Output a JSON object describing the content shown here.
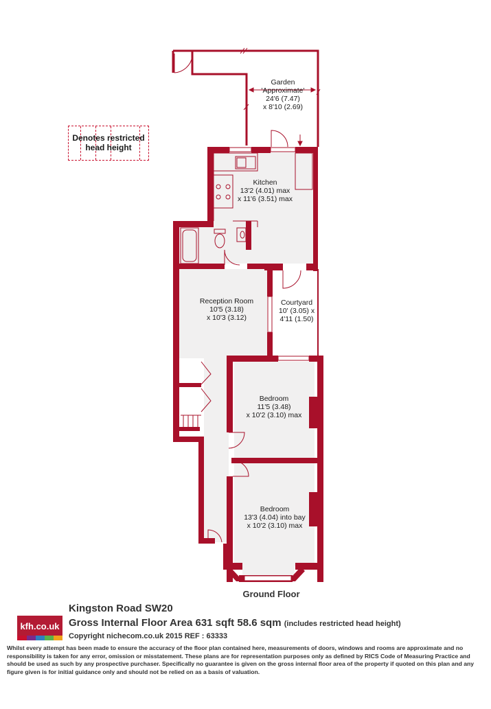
{
  "legend": {
    "text": "Denotes restricted head height"
  },
  "rooms": [
    {
      "id": "garden",
      "name": "Garden",
      "lines": [
        "'Approximate'",
        "24'6 (7.47)",
        "x 8'10 (2.69)"
      ]
    },
    {
      "id": "kitchen",
      "name": "Kitchen",
      "lines": [
        "13'2 (4.01) max",
        "x 11'6 (3.51) max"
      ]
    },
    {
      "id": "reception",
      "name": "Reception Room",
      "lines": [
        "10'5 (3.18)",
        "x 10'3 (3.12)"
      ]
    },
    {
      "id": "courtyard",
      "name": "Courtyard",
      "lines": [
        "10' (3.05) x",
        "4'11 (1.50)"
      ]
    },
    {
      "id": "bedroom1",
      "name": "Bedroom",
      "lines": [
        "11'5 (3.48)",
        "x 10'2 (3.10) max"
      ]
    },
    {
      "id": "bedroom2",
      "name": "Bedroom",
      "lines": [
        "13'3 (4.04) into bay",
        "x 10'2 (3.10) max"
      ]
    }
  ],
  "floor_name": "Ground Floor",
  "footer": {
    "logo": "kfh.co.uk",
    "address": "Kingston Road SW20",
    "area_main": "Gross Internal Floor Area 631 sqft 58.6 sqm",
    "area_note": "(includes restricted head height)",
    "copyright": "Copyright nichecom.co.uk 2015 REF : 63333",
    "disclaimer": "Whilst every attempt has been made to ensure the accuracy of the floor plan contained here, measurements of doors, windows and rooms are approximate and no responsibility is taken for any error, omission or misstatement.  These plans are for representation purposes only as defined by RICS Code of Measuring Practice and should be used as such by any prospective purchaser.  Specifically no guarantee is given on the gross internal floor area of the property if quoted on this plan and any figure given is for initial guidance only and should not be relied on as a basis of valuation."
  },
  "colors": {
    "wall": "#a8102a",
    "floor": "#f1f0f0",
    "logo_bg": "#b31b34"
  },
  "logo_stripes": [
    "#c8102e",
    "#7a2a8c",
    "#2e7fc0",
    "#58b24a",
    "#f0a21b"
  ]
}
